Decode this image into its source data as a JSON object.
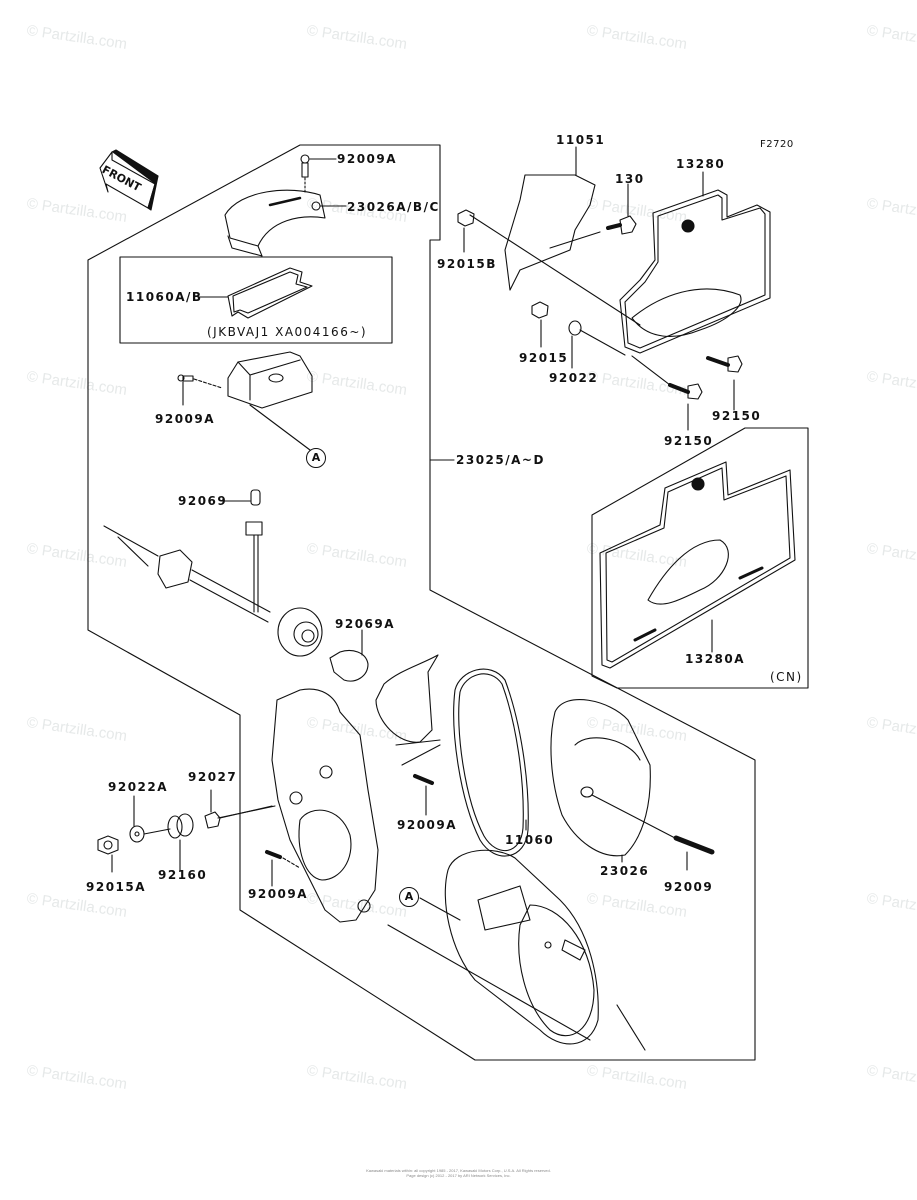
{
  "diagram": {
    "figure_code": "F2720",
    "direction_indicator": "FRONT",
    "callouts": [
      {
        "id": "92009A_top",
        "text": "92009A"
      },
      {
        "id": "23026ABC",
        "text": "23026A/B/C"
      },
      {
        "id": "11060AB",
        "text": "11060A/B"
      },
      {
        "id": "vin_note",
        "text": "(JKBVAJ1 XA004166~)"
      },
      {
        "id": "92009A_mid",
        "text": "92009A"
      },
      {
        "id": "92069",
        "text": "92069"
      },
      {
        "id": "92069A",
        "text": "92069A"
      },
      {
        "id": "23025",
        "text": "23025/A~D"
      },
      {
        "id": "11051",
        "text": "11051"
      },
      {
        "id": "130",
        "text": "130"
      },
      {
        "id": "13280",
        "text": "13280"
      },
      {
        "id": "92015B",
        "text": "92015B"
      },
      {
        "id": "92015",
        "text": "92015"
      },
      {
        "id": "92022",
        "text": "92022"
      },
      {
        "id": "92150_a",
        "text": "92150"
      },
      {
        "id": "92150_b",
        "text": "92150"
      },
      {
        "id": "13280A",
        "text": "13280A"
      },
      {
        "id": "cn_note",
        "text": "(CN)"
      },
      {
        "id": "92027",
        "text": "92027"
      },
      {
        "id": "92022A",
        "text": "92022A"
      },
      {
        "id": "92160",
        "text": "92160"
      },
      {
        "id": "92015A",
        "text": "92015A"
      },
      {
        "id": "92009A_bracket",
        "text": "92009A"
      },
      {
        "id": "92009A_low",
        "text": "92009A"
      },
      {
        "id": "11060",
        "text": "11060"
      },
      {
        "id": "23026",
        "text": "23026"
      },
      {
        "id": "92009",
        "text": "92009"
      }
    ],
    "reference_markers": [
      {
        "id": "A_upper",
        "text": "A"
      },
      {
        "id": "A_lower",
        "text": "A"
      }
    ]
  },
  "watermark": {
    "text": "© Partzilla.com"
  },
  "footer": {
    "line1": "Kawasaki materials within: all copyright 1985 - 2017, Kawasaki Motors Corp., U.S.A. All Rights reserved.",
    "line2": "Page design (c) 2012 - 2017 by ARI Network Services, Inc."
  }
}
